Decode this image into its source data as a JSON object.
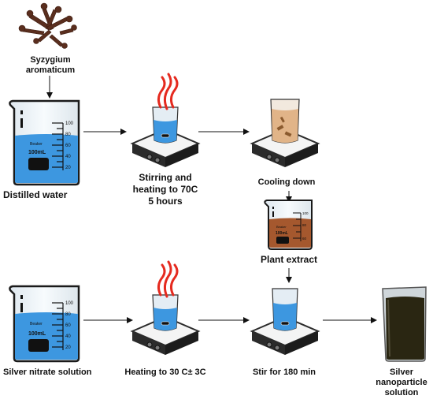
{
  "labels": {
    "plant_name_line1": "Syzygium",
    "plant_name_line2": "aromaticum",
    "distilled_water": "Distilled water",
    "stirring_line1": "Stirring and",
    "stirring_line2": "heating to 70C",
    "stirring_line3": "5 hours",
    "cooling_down": "Cooling down",
    "plant_extract": "Plant extract",
    "silver_nitrate": "Silver nitrate solution",
    "heating_30": "Heating to 30 C± 3C",
    "stir_180": "Stir for 180 min",
    "product_line1": "Silver",
    "product_line2": "nanoparticle",
    "product_line3": "solution"
  },
  "beaker_marks": {
    "brand": "Beaker",
    "volume": "100mL",
    "ticks": [
      "100",
      "80",
      "60",
      "40",
      "20"
    ]
  },
  "colors": {
    "water": "#3d97e0",
    "extract": "#a5582e",
    "nanoparticle": "#2a2612",
    "flame": "#e52a1f",
    "plate": "#2b2b2b"
  }
}
